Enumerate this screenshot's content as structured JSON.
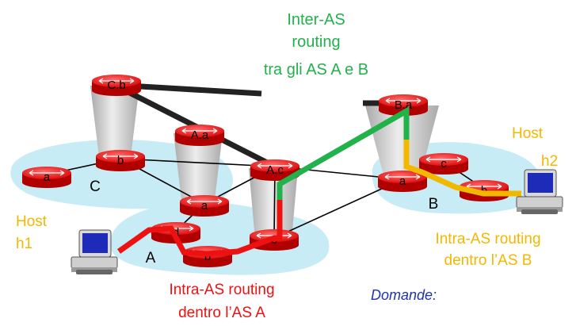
{
  "inter_as": {
    "line1": "Inter-AS",
    "line2": "routing",
    "line3": "tra  gli AS A e B",
    "color": "#22b24c"
  },
  "intra_a": {
    "line1": "Intra-AS routing",
    "line2": "dentro l’AS A",
    "color": "#ee1111"
  },
  "intra_b": {
    "line1": "Intra-AS routing",
    "line2": "dentro l’AS B",
    "color": "#f2b800"
  },
  "host_h1": {
    "line1": "Host",
    "line2": "h1",
    "color": "#f2b800"
  },
  "host_h2": {
    "line1": "Host",
    "line2": "h2",
    "color": "#f2b800"
  },
  "domande": {
    "text": "Domande:",
    "color": "#2233aa"
  },
  "as_labels": {
    "a": "A",
    "b": "B",
    "c": "C"
  },
  "routers": {
    "cb": "C.b",
    "aa": "A.a",
    "ac": "A.c",
    "ba": "B.a",
    "c_a": "a",
    "c_b": "b",
    "a_a": "a",
    "a_d": "d",
    "a_b": "b",
    "a_c": "c",
    "b_a": "a",
    "b_c": "c",
    "b_b": "b"
  }
}
